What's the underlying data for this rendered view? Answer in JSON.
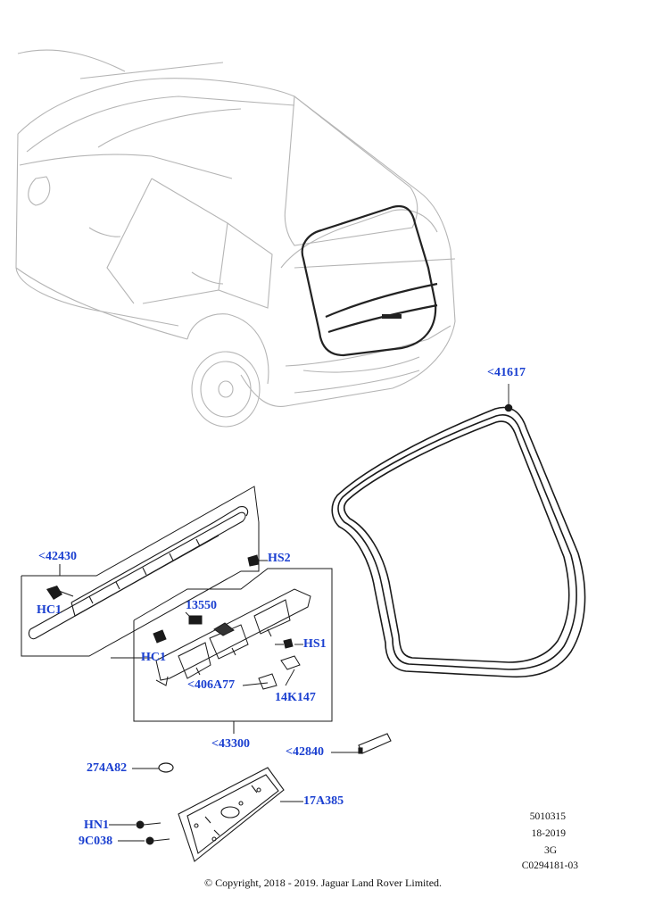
{
  "callouts": {
    "c41617": "<41617",
    "c42430": "<42430",
    "hc1_a": "HC1",
    "hs2": "HS2",
    "c13550": "13550",
    "hs1": "HS1",
    "hc1_b": "HC1",
    "c406a77": "<406A77",
    "c14k147": "14K147",
    "c43300": "<43300",
    "c42840": "<42840",
    "c274a82": "274A82",
    "c17a385": "17A385",
    "hn1": "HN1",
    "c9c038": "9C038"
  },
  "meta": {
    "line1": "5010315",
    "line2": "18-2019",
    "line3": "3G",
    "line4": "C0294181-03"
  },
  "copyright": "© Copyright, 2018 - 2019. Jaguar Land Rover Limited.",
  "colors": {
    "callout": "#1a3fd0",
    "vehicle_ghost": "#b8b8b8",
    "part_line": "#1a1a1a"
  }
}
